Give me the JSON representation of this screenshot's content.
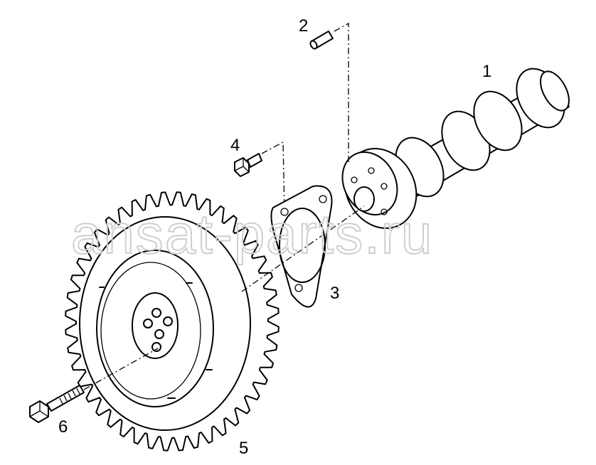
{
  "watermark": "ansat-parts.ru",
  "parts": [
    {
      "number": "1",
      "part": "camshaft"
    },
    {
      "number": "2",
      "part": "dowel-pin"
    },
    {
      "number": "3",
      "part": "thrust-plate"
    },
    {
      "number": "4",
      "part": "plate-bolt"
    },
    {
      "number": "5",
      "part": "camshaft-gear"
    },
    {
      "number": "6",
      "part": "gear-bolt"
    }
  ]
}
